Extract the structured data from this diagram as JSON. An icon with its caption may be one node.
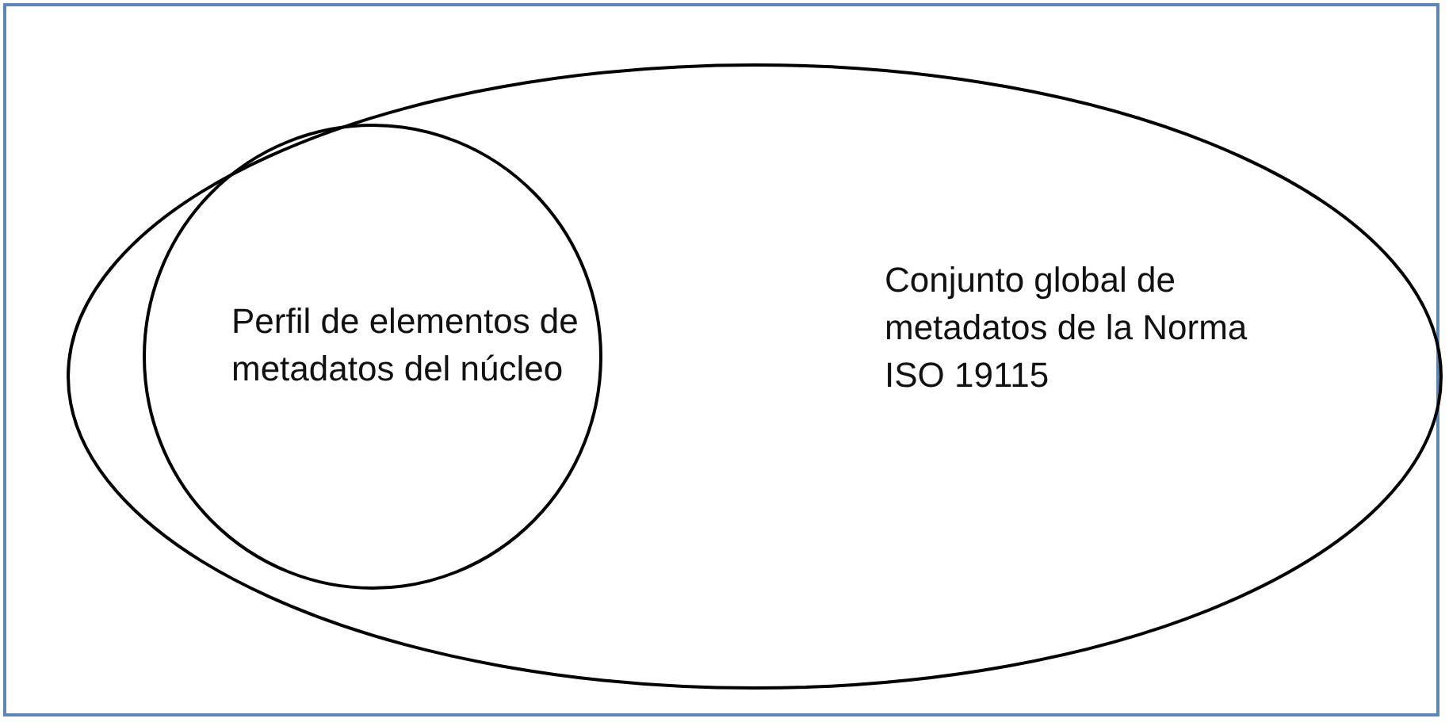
{
  "diagram": {
    "nodes": [
      {
        "text": [
          "Conjunto global de metadatos de la Norma ISO 19115"
        ]
      },
      {
        "text": [
          "Perfil de elementos de metadatos del núcleo"
        ],
        "in": 0
      }
    ]
  }
}
